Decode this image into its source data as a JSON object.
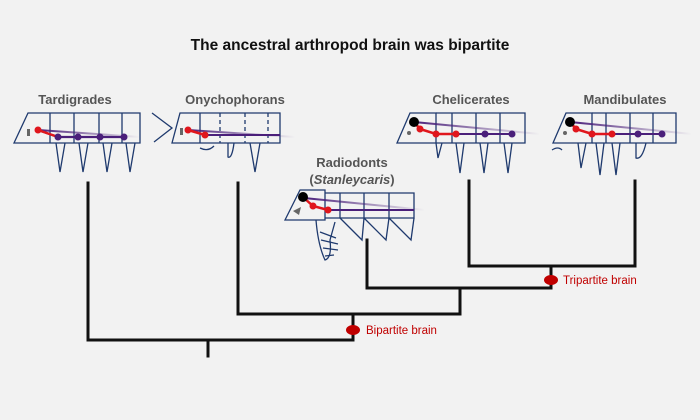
{
  "title": "The ancestral arthropod brain was bipartite",
  "taxa": {
    "tardigrades": "Tardigrades",
    "onychophorans": "Onychophorans",
    "radiodonts": "Radiodonts",
    "radiodonts_genus": "Stanleycaris",
    "chelicerates": "Chelicerates",
    "mandibulates": "Mandibulates"
  },
  "nodes": {
    "bipartite": "Bipartite brain",
    "tripartite": "Tripartite brain"
  },
  "colors": {
    "tree": "#111111",
    "body_outline": "#1f3a6e",
    "brain_red": "#e0161d",
    "nerve_purple": "#4a1f7a",
    "node_marker": "#c00000",
    "label_gray": "#555555"
  }
}
